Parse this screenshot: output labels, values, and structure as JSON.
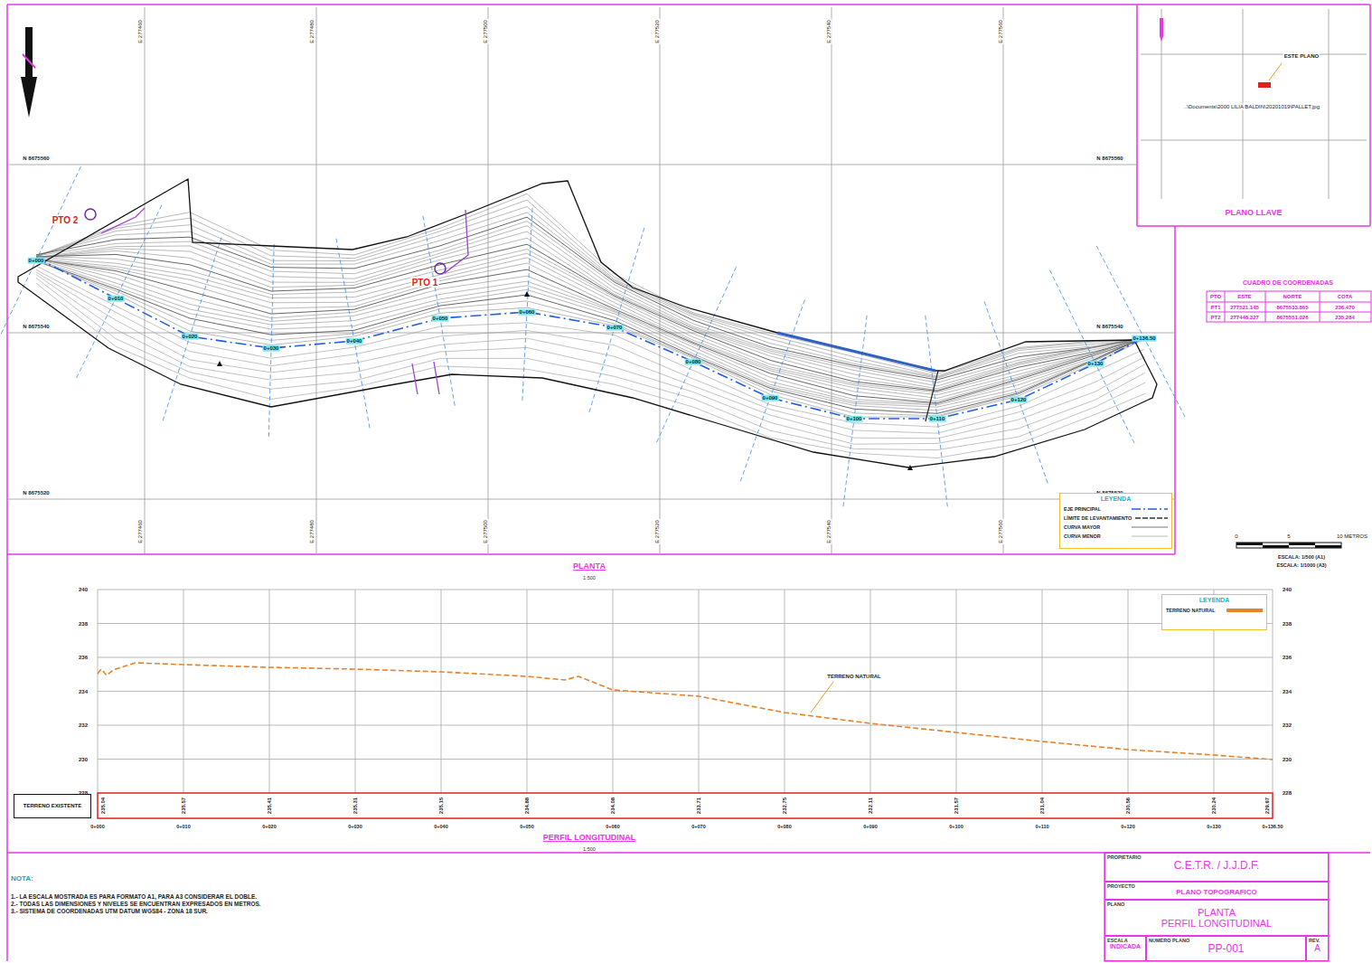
{
  "diagram": {
    "nodes": [
      {
        "text": [
          "PLANO LLAVE"
        ]
      },
      {
        "text": [
          "LEYENDA"
        ]
      },
      {
        "text": [
          "LEYENDA"
        ]
      },
      {
        "text": [
          "TERRENO EXISTENTE"
        ]
      },
      {
        "text": [
          "PROPIETARIO",
          "C.E.T.R. / J.J.D.F."
        ]
      },
      {
        "text": [
          "PROYECTO",
          "PLANO TOPOGRAFICO"
        ]
      },
      {
        "text": [
          "PLANO",
          "PLANTA",
          "PERFIL LONGITUDINAL"
        ]
      },
      {
        "text": [
          "ESCALA",
          "INDICADA"
        ]
      },
      {
        "text": [
          "NUMERO PLANO",
          "PP-001"
        ]
      },
      {
        "text": [
          "REV.",
          "A"
        ]
      }
    ],
    "labels": [
      "E 277460",
      "E 277480",
      "E 277500",
      "E 277520",
      "E 277540",
      "E 277560",
      "E 277460",
      "E 277480",
      "E 277500",
      "E 277520",
      "E 277540",
      "E 277560",
      "N 8675560",
      "N 8675560",
      "N 8675540",
      "N 8675540",
      "N 8675520",
      "N 8675520",
      "PTO 2",
      "PTO 1",
      "0+000",
      "0+010",
      "0+020",
      "0+030",
      "0+040",
      "0+050",
      "0+060",
      "0+070",
      "0+080",
      "0+090",
      "0+100",
      "0+110",
      "0+120",
      "0+130",
      "0+136.50",
      "ESTE PLANO",
      "..\\Documents\\2000 LILIA BALDIN\\20201019\\PALLET.jpg",
      "CUADRO DE COORDENADAS",
      "PTO",
      "ESTE",
      "NORTE",
      "COTA",
      "PT1",
      "277521.145",
      "8675533.865",
      "236.470",
      "PT2",
      "277448.327",
      "8675551.026",
      "235.284",
      "PLANTA",
      "1:500",
      "PERFIL LONGITUDINAL",
      "1:500",
      "0",
      "5",
      "10 METROS",
      "ESCALA: 1/500 (A1)",
      "ESCALA: 1/1000 (A3)",
      "240",
      "238",
      "236",
      "234",
      "232",
      "230",
      "228",
      "240",
      "238",
      "236",
      "234",
      "232",
      "230",
      "228",
      "0+000",
      "0+010",
      "0+020",
      "0+030",
      "0+040",
      "0+050",
      "0+060",
      "0+070",
      "0+080",
      "0+090",
      "0+100",
      "0+110",
      "0+120",
      "0+130",
      "0+136.50",
      "235.04",
      "235.57",
      "235.41",
      "235.31",
      "235.15",
      "234.88",
      "234.08",
      "233.71",
      "232.75",
      "232.11",
      "231.57",
      "231.04",
      "230.56",
      "230.24",
      "229.97",
      "TERRENO NATURAL",
      "NOTA:",
      "1.- LA ESCALA MOSTRADA ES PARA FORMATO A1, PARA A3 CONSIDERAR EL DOBLE.",
      "2.- TODAS LAS DIMENSIONES Y NIVELES SE ENCUENTRAN EXPRESADOS EN METROS.",
      "3.- SISTEMA DE COORDENADAS UTM DATUM WGS84 - ZONA 18 SUR."
    ],
    "legend": [
      {
        "text": "EJE PRINCIPAL"
      },
      {
        "text": "LÍMITE DE LEVANTAMIENTO"
      },
      {
        "text": "CURVA MAYOR"
      },
      {
        "text": "CURVA MENOR"
      },
      {
        "text": "TERRENO NATURAL",
        "color": "#e8822a"
      }
    ]
  }
}
